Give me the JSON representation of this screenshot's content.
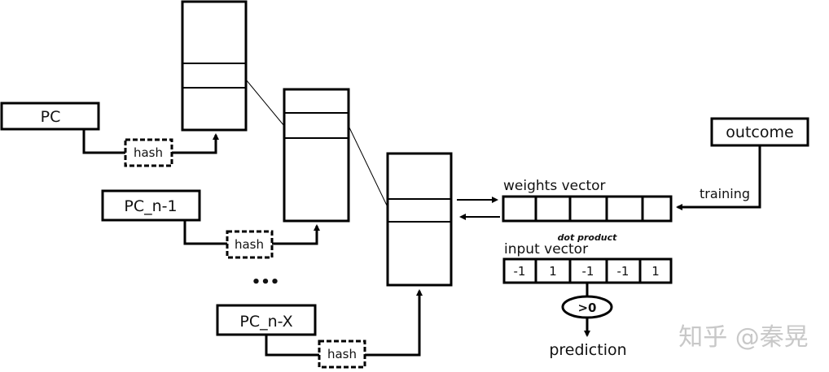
{
  "diagram": {
    "inputs": [
      {
        "label": "PC",
        "hash_label": "hash"
      },
      {
        "label": "PC_n-1",
        "hash_label": "hash"
      },
      {
        "label": "PC_n-X",
        "hash_label": "hash"
      }
    ],
    "ellipsis": "•••",
    "weights_vector": {
      "label": "weights vector",
      "cells": [
        "",
        "",
        "",
        "",
        ""
      ]
    },
    "dot_product_label": "dot product",
    "input_vector": {
      "label": "input vector",
      "cells": [
        "-1",
        "1",
        "-1",
        "-1",
        "1"
      ]
    },
    "threshold_label": ">0",
    "prediction_label": "prediction",
    "outcome_label": "outcome",
    "training_label": "training",
    "watermark": "知乎 @秦晃"
  }
}
